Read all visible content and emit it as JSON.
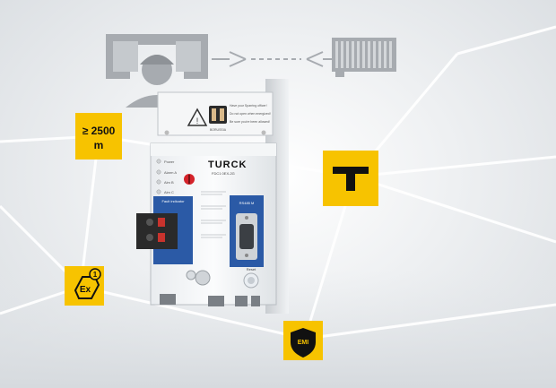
{
  "badges": {
    "altitude_text": "≥ 2500\nm",
    "ex_symbol": "Ex",
    "ex_index": "1",
    "emi_text": "EMI"
  },
  "device": {
    "brand": "TURCK",
    "model": "FDC1 0EX-2G",
    "leds": [
      "Power",
      "Alarm A",
      "Alm B",
      "Alm C"
    ],
    "section_label_left": "Fault indicator",
    "section_label_right": "RS485 M",
    "button_label": "Reset",
    "flap_lines": [
      "Have your Sparring officer!",
      "Do not open when energized!",
      "Be sure you're been allowed!"
    ],
    "flap_caption": "BORUSSIA"
  },
  "colors": {
    "badge_yellow": "#f7c300",
    "device_blue": "#2b5aa6",
    "icon_gray": "#a7abb0"
  }
}
